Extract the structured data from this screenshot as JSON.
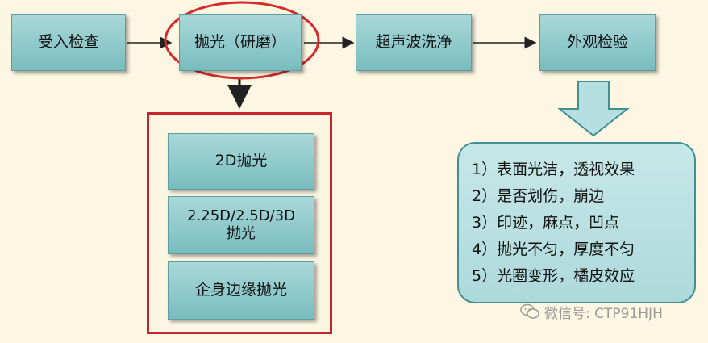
{
  "process": {
    "step1": "受入检查",
    "step2": "抛光（研磨）",
    "step3": "超声波洗净",
    "step4": "外观检验"
  },
  "polish_types": [
    "2D抛光",
    "2.25D/2.5D/3D\n抛光",
    "企身边缘抛光"
  ],
  "issues": [
    "1）表面光洁，透视效果",
    "2）是否划伤，崩边",
    "3）印迹，麻点，凹点",
    "4）抛光不匀，厚度不匀",
    "5）光圈变形，橘皮效应"
  ],
  "watermark": "微信号: CTP91HJH",
  "colors": {
    "box_fill": "#8fc9cb",
    "highlight_red": "#c6262b",
    "background": "#fdf6e3"
  }
}
